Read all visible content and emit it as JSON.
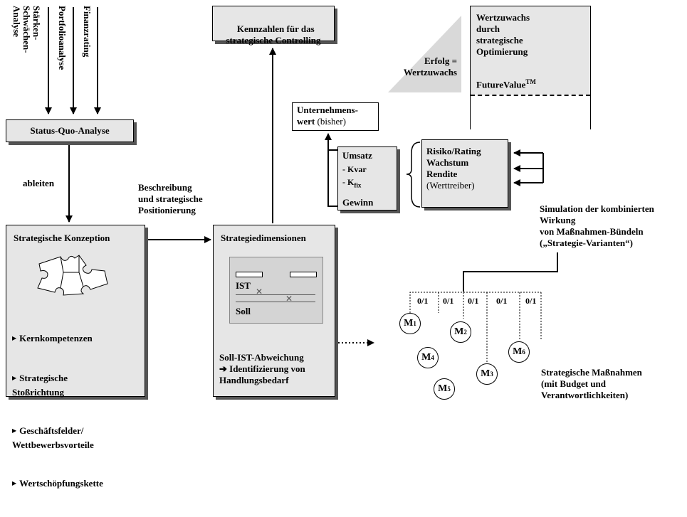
{
  "inputs": {
    "swot": "Stärken-\nSchwächen-\nAnalyse",
    "portfolio": "Portfolioanalyse",
    "rating": "Finanzrating"
  },
  "status_quo": "Status-Quo-Analyse",
  "ableiten": "ableiten",
  "beschreibung": "Beschreibung\nund strategische\nPositionierung",
  "kennzahlen": "Kennzahlen für das\nstrategische Controlling",
  "konzeption": {
    "title": "Strategische Konzeption",
    "items": [
      "Kernkompetenzen",
      "Strategische\nStoßrichtung",
      "Geschäftsfelder/\nWettbewerbsvorteile",
      "Wertschöpfungskette"
    ]
  },
  "dimensionen": {
    "title": "Strategiedimensionen",
    "ist": "IST",
    "soll": "Soll",
    "footer": "Soll-IST-Abweichung\n➔ Identifizierung von\nHandlungsbedarf"
  },
  "wertzuwachs": {
    "title": "Wertzuwachs\ndurch\nstrategische\nOptimierung",
    "future_value": "FutureValue",
    "tm": "TM",
    "erfolg": "Erfolg =\nWertzuwachs"
  },
  "unternehmenswert": {
    "bold": "Unternehmens-\nwert",
    "normal": " (bisher)"
  },
  "umsatz": {
    "title": "Umsatz",
    "kvar": "- Kvar",
    "kfix": "- K",
    "kfix_sub": "fix",
    "gewinn": "Gewinn"
  },
  "werttreiber": {
    "lines": [
      "Risiko/Rating",
      "Wachstum",
      "Rendite"
    ],
    "note": "(Werttreiber)"
  },
  "simulation": "Simulation der kombinierten\nWirkung\nvon Maßnahmen-Bündeln\n(„Strategie-Varianten“)",
  "options": [
    "0/1",
    "0/1",
    "0/1",
    "0/1",
    "0/1"
  ],
  "massnahmen": [
    {
      "label": "M",
      "sub": "1"
    },
    {
      "label": "M",
      "sub": "2"
    },
    {
      "label": "M",
      "sub": "3"
    },
    {
      "label": "M",
      "sub": "4"
    },
    {
      "label": "M",
      "sub": "5"
    },
    {
      "label": "M",
      "sub": "6"
    }
  ],
  "massnahmen_caption": "Strategische Maßnahmen\n(mit Budget und\nVerantwortlichkeiten)"
}
